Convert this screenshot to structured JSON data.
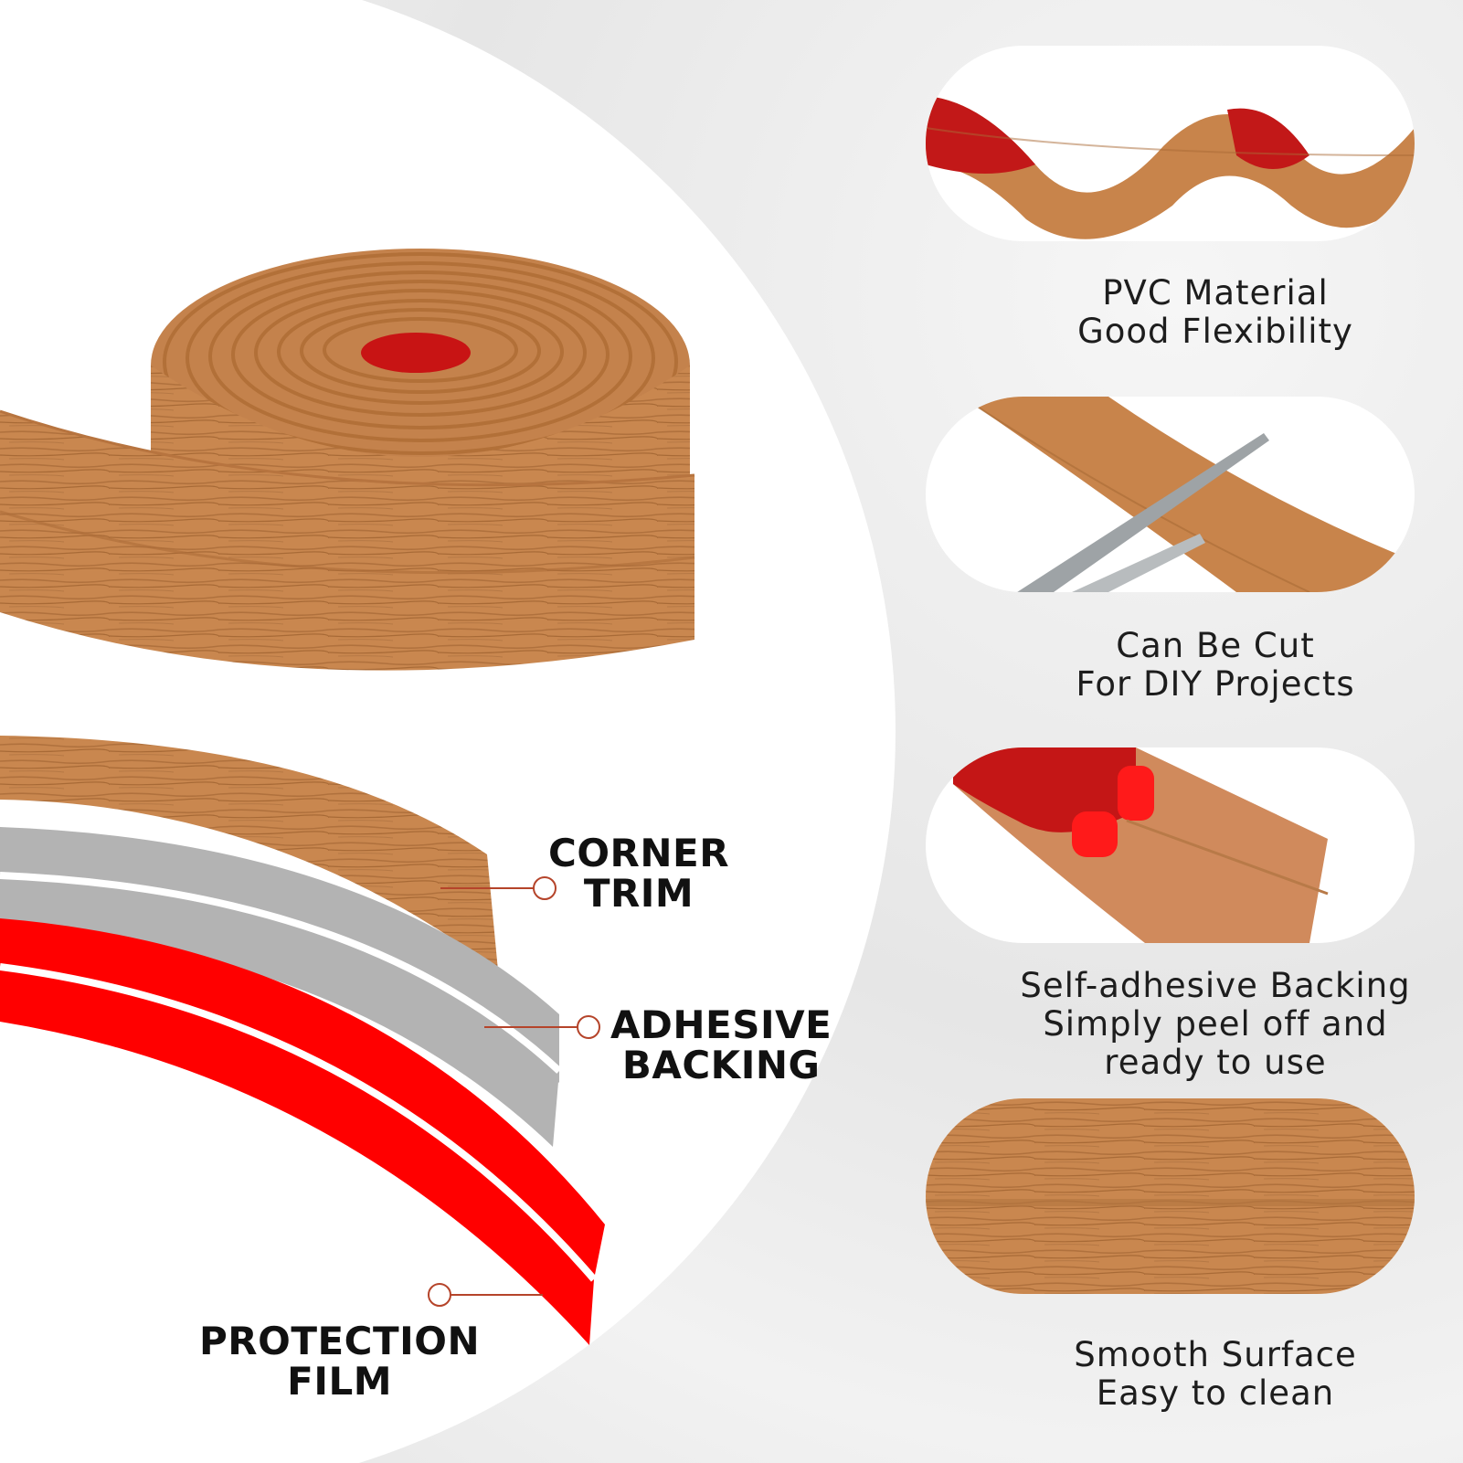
{
  "features": [
    {
      "line1": "PVC Material",
      "line2": "Good Flexibility"
    },
    {
      "line1": "Can Be Cut",
      "line2": "For DIY Projects"
    },
    {
      "line1": "Self-adhesive Backing",
      "line2": "Simply peel off and",
      "line3": "ready to use"
    },
    {
      "line1": "Smooth Surface",
      "line2": "Easy to clean"
    }
  ],
  "layers": {
    "corner_trim": {
      "line1": "CORNER",
      "line2": "TRIM"
    },
    "adhesive_backing": {
      "line1": "ADHESIVE",
      "line2": "BACKING"
    },
    "protection_film": {
      "line1": "PROTECTION",
      "line2": "FILM"
    }
  },
  "colors": {
    "wood": "#c9874f",
    "wood_dark": "#a96a36",
    "adhesive_gray": "#b3b3b3",
    "film_red": "#ff0000",
    "pointer": "#b5442a"
  }
}
